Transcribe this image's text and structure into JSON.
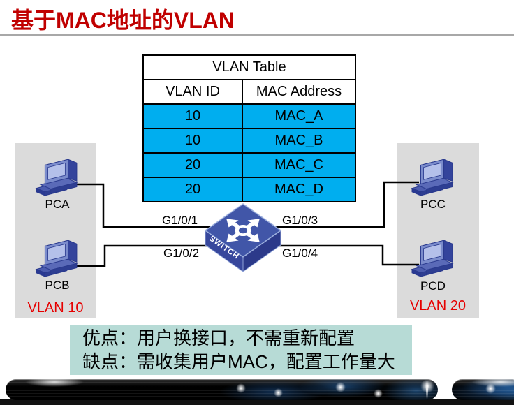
{
  "colors": {
    "title_red": "#c00000",
    "vlan_red": "#e60000",
    "table_cyan": "#00aeef",
    "note_bg": "#b7dbd6",
    "panel_gray": "#dbdbdb",
    "switch_top": "#4156a8",
    "switch_left": "#37479c",
    "switch_right": "#2c3a8a"
  },
  "title": "基于MAC地址的VLAN",
  "vlan_table": {
    "title": "VLAN Table",
    "columns": [
      "VLAN ID",
      "MAC Address"
    ],
    "rows": [
      [
        "10",
        "MAC_A"
      ],
      [
        "10",
        "MAC_B"
      ],
      [
        "20",
        "MAC_C"
      ],
      [
        "20",
        "MAC_D"
      ]
    ]
  },
  "diagram": {
    "switch_label": "SWITCH",
    "ports": [
      "G1/0/1",
      "G1/0/2",
      "G1/0/3",
      "G1/0/4"
    ],
    "groups": [
      {
        "vlan_label": "VLAN 10",
        "hosts": [
          "PCA",
          "PCB"
        ]
      },
      {
        "vlan_label": "VLAN 20",
        "hosts": [
          "PCC",
          "PCD"
        ]
      }
    ]
  },
  "notes": [
    "优点：用户换接口，不需重新配置",
    "缺点：需收集用户MAC，配置工作量大"
  ]
}
